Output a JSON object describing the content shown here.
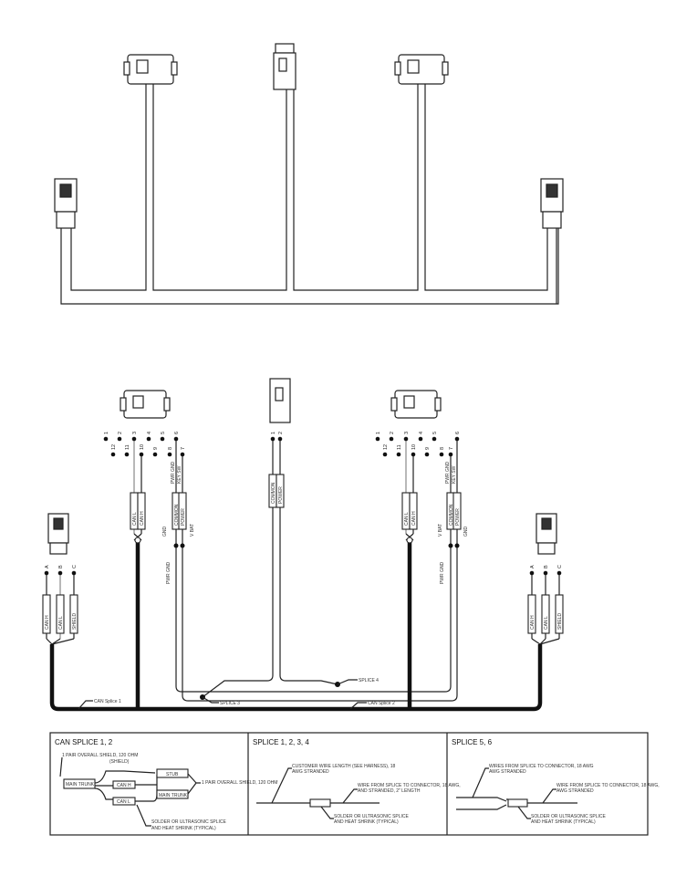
{
  "harness_connectors": {
    "left_wide_pins_row1": [
      "1",
      "2",
      "3",
      "4",
      "5",
      "6"
    ],
    "left_wide_pins_row2": [
      "12",
      "11",
      "10",
      "9",
      "8",
      "7"
    ],
    "right_wide_pins_row1": [
      "1",
      "2",
      "3",
      "4",
      "5",
      "6"
    ],
    "right_wide_pins_row2": [
      "12",
      "11",
      "10",
      "9",
      "8",
      "7"
    ],
    "center_pins": [
      "1",
      "2"
    ],
    "small_pins": [
      "A",
      "B",
      "C"
    ]
  },
  "wire_labels": {
    "can_l": "CAN L",
    "can_h": "CAN H",
    "shield": "SHIELD",
    "common": "COMMON",
    "power": "POWER",
    "pwr_gnd": "PWR GND",
    "keysw": "KEY SW",
    "gnd": "GND",
    "vbat": "V BAT"
  },
  "splice_labels": {
    "can_splice_1": "CAN Splice 1",
    "can_splice_2": "CAN Splice 2",
    "splice_3": "SPLICE 3",
    "splice_4": "SPLICE 4"
  },
  "details": {
    "panel1": {
      "title": "CAN SPLICE 1, 2",
      "note_top": "1 PAIR OVERALL SHIELD, 120 OHM",
      "shield": "(SHIELD)",
      "main_trunk_in": "MAIN TRUNK",
      "stub": "STUB",
      "main_trunk_out": "MAIN TRUNK",
      "can_h": "CAN H",
      "can_l": "CAN L",
      "note_right": "1 PAIR OVERALL SHIELD, 120 OHM",
      "note_bottom_1": "SOLDER OR ULTRASONIC SPLICE",
      "note_bottom_2": "AND HEAT SHRINK (TYPICAL)"
    },
    "panel2": {
      "title": "SPLICE 1, 2, 3, 4",
      "note_left_1": "CUSTOMER WIRE LENGTH (SEE HARNESS), 18",
      "note_left_2": "AWG STRANDED",
      "note_right_1": "WIRE FROM SPLICE TO CONNECTOR, 18 AWG,",
      "note_right_2": "AND STRANDED, 2\" LENGTH",
      "note_bottom_1": "SOLDER OR ULTRASONIC SPLICE",
      "note_bottom_2": "AND HEAT SHRINK (TYPICAL)"
    },
    "panel3": {
      "title": "SPLICE 5, 6",
      "note_left_1": "WIRES FROM SPLICE TO CONNECTOR, 18 AWG",
      "note_left_2": "AWG STRANDED",
      "note_right_1": "WIRE FROM SPLICE TO CONNECTOR, 18 AWG,",
      "note_right_2": "AWG STRANDED",
      "note_bottom_1": "SOLDER OR ULTRASONIC SPLICE",
      "note_bottom_2": "AND HEAT SHRINK (TYPICAL)"
    }
  }
}
